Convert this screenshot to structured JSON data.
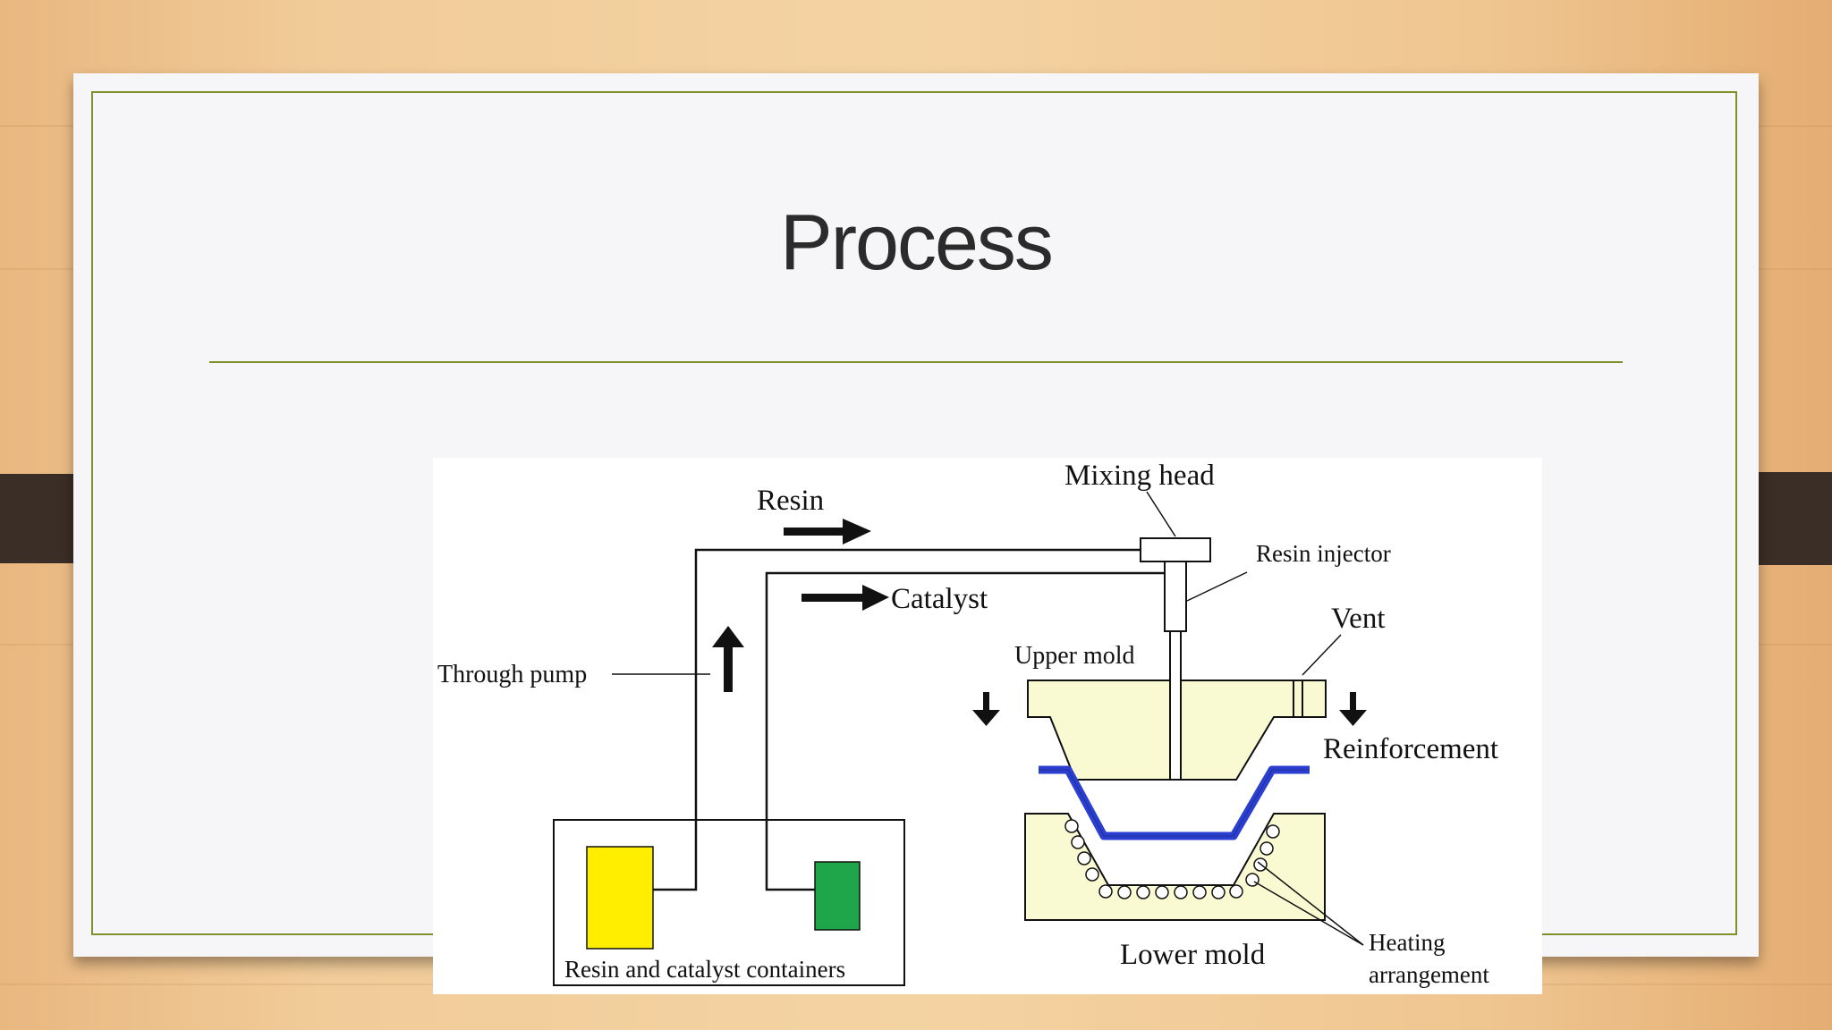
{
  "slide": {
    "title": "Process"
  },
  "diagram": {
    "labels": {
      "mixing_head": "Mixing head",
      "resin": "Resin",
      "resin_injector": "Resin injector",
      "catalyst": "Catalyst",
      "vent": "Vent",
      "upper_mold": "Upper mold",
      "through_pump": "Through pump",
      "reinforcement": "Reinforcement",
      "heating_line1": "Heating",
      "heating_line2": "arrangement",
      "lower_mold": "Lower mold",
      "containers": "Resin and catalyst containers"
    },
    "colors": {
      "resin_container": "#ffee00",
      "catalyst_container": "#1fa64a",
      "mold_fill": "#fafad2",
      "reinforcement": "#2a3fd1",
      "line": "#111111",
      "frame_accent": "#7f8f2a"
    }
  }
}
